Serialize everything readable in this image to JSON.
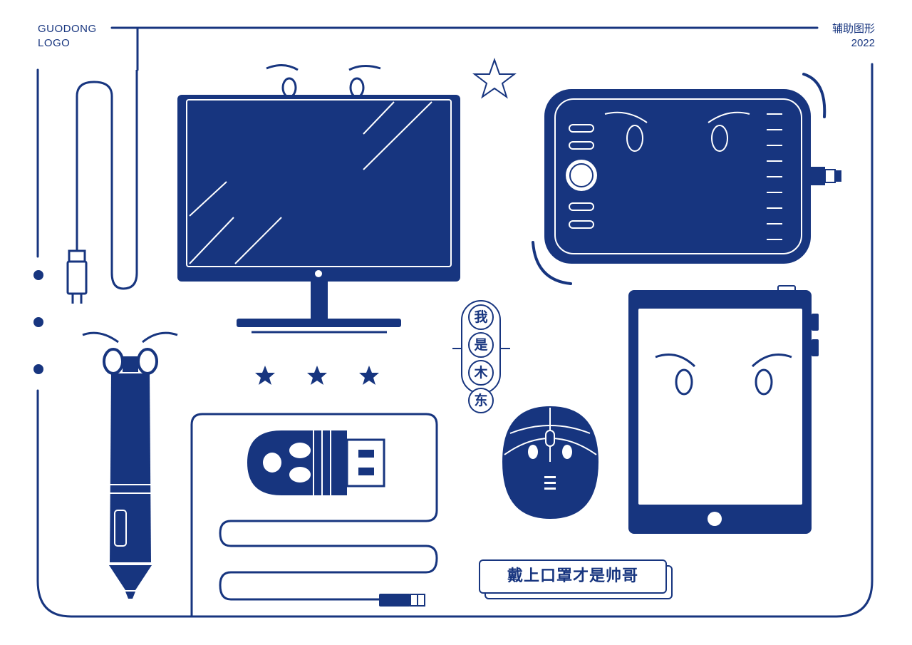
{
  "brand": {
    "line1": "GUODONG",
    "line2": "LOGO"
  },
  "tag": {
    "line1": "辅助图形",
    "line2": "2022"
  },
  "stamp": {
    "chars": [
      "我",
      "是",
      "木",
      "东"
    ]
  },
  "slogan": "戴上口罩才是帅哥",
  "colors": {
    "primary": "#17357f",
    "background": "#ffffff"
  },
  "icons": [
    "usb-cable-icon",
    "monitor-icon",
    "graphics-tablet-icon",
    "stylus-pen-icon",
    "usb-drive-icon",
    "mouse-icon",
    "tablet-device-icon",
    "star-icon"
  ]
}
